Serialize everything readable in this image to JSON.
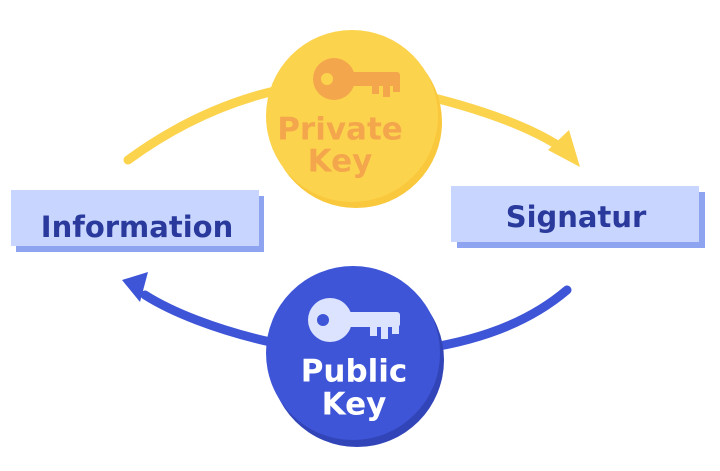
{
  "nodes": {
    "information": {
      "label": "Information"
    },
    "signatur": {
      "label": "Signatur"
    }
  },
  "private_key": {
    "line1": "Private",
    "line2": "Key",
    "icon": "key-icon"
  },
  "public_key": {
    "line1": "Public",
    "line2": "Key",
    "icon": "key-icon"
  },
  "colors": {
    "box_fill": "#c7d5ff",
    "box_shadow": "#8fa4f0",
    "box_text": "#2a3a9c",
    "yellow": "#fcd34d",
    "yellow_dark": "#f9c83c",
    "private_text": "#f4a64d",
    "blue": "#3e55d8",
    "blue_dark": "#3245b8",
    "public_text": "#ffffff"
  }
}
